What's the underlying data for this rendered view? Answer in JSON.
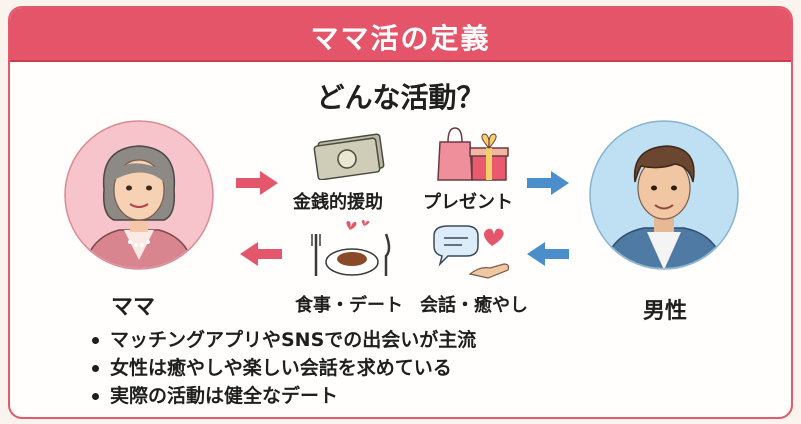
{
  "banner": {
    "title": "ママ活の定義"
  },
  "question": "どんな活動？",
  "left_person": {
    "name": "ママ",
    "bg_color": "#f7c4cb"
  },
  "right_person": {
    "name": "男性",
    "bg_color": "#bfe0f3"
  },
  "items": {
    "money": "金銭的援助",
    "present": "プレゼント",
    "meal": "食事・デート",
    "talk": "会話・癒やし"
  },
  "bullets": [
    "マッチングアプリやSNSでの出会いが主流",
    "女性は癒やしや楽しい会話を求めている",
    "実際の活動は健全なデート"
  ],
  "colors": {
    "accent": "#e4556a",
    "arrow_red": "#e3566b",
    "arrow_blue": "#4a8fcb"
  }
}
